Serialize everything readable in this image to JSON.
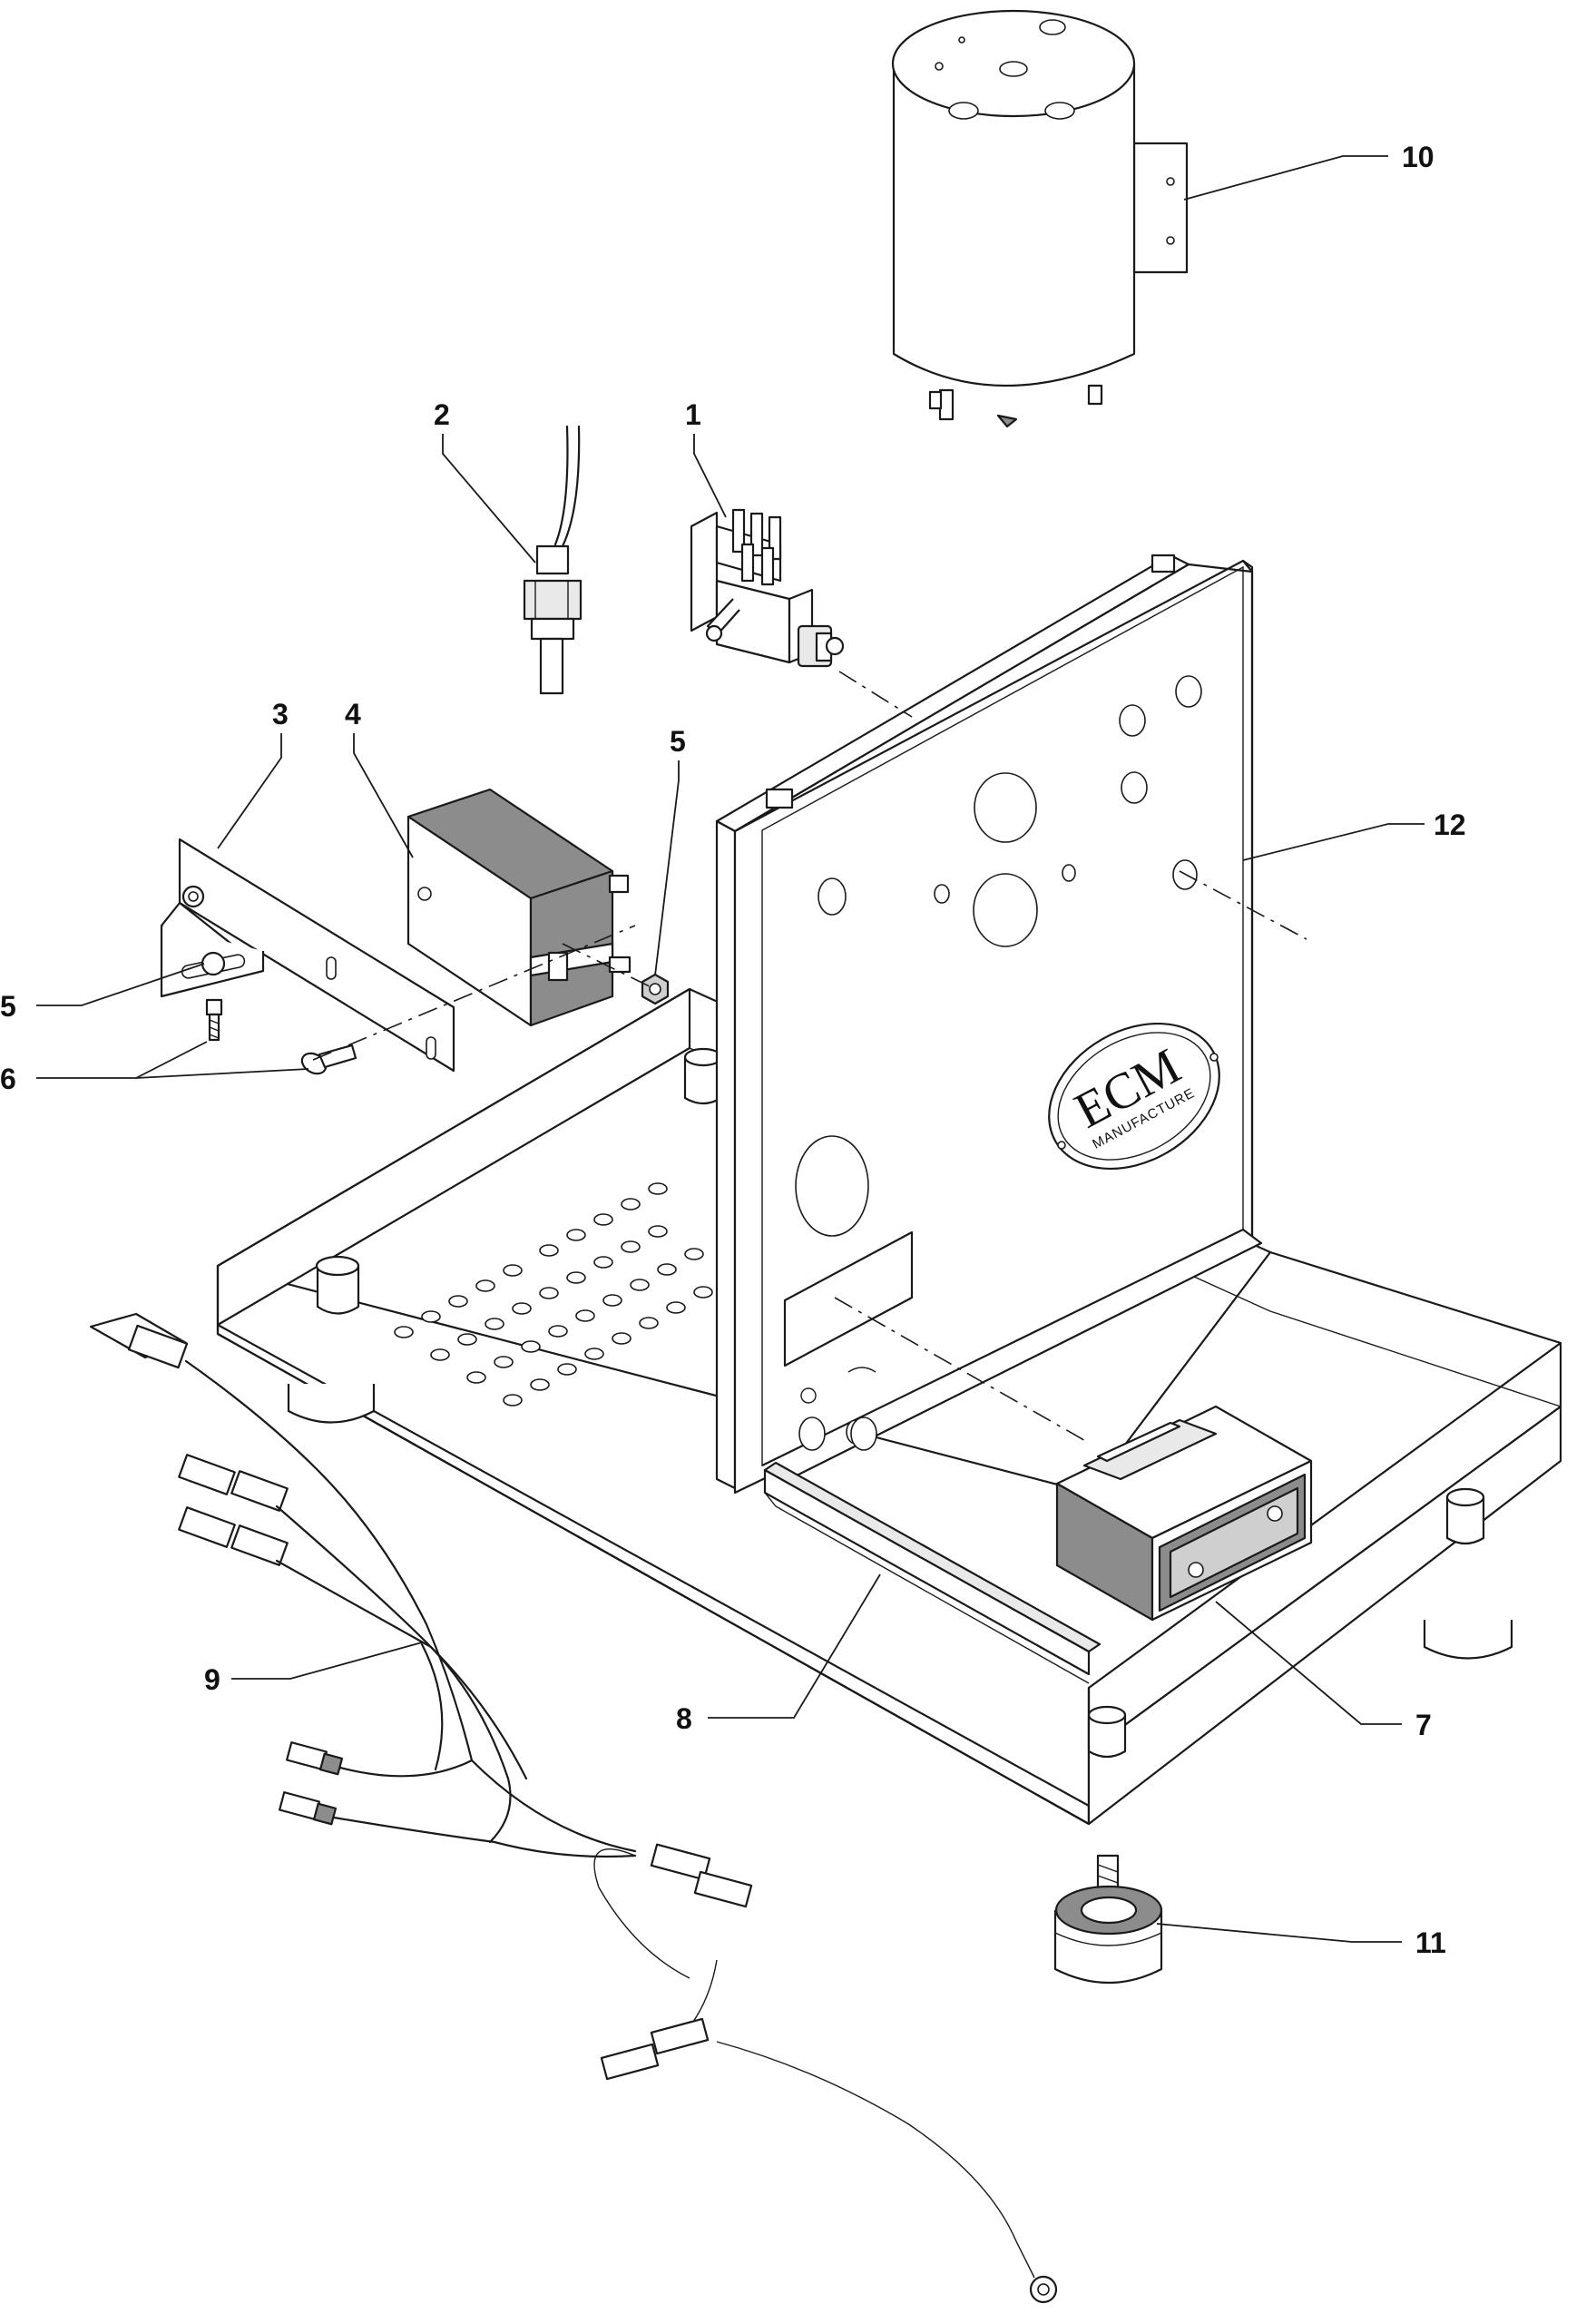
{
  "callouts": [
    {
      "id": "1",
      "label": "1"
    },
    {
      "id": "2",
      "label": "2"
    },
    {
      "id": "3",
      "label": "3"
    },
    {
      "id": "4",
      "label": "4"
    },
    {
      "id": "5a",
      "label": "5"
    },
    {
      "id": "5b",
      "label": "5"
    },
    {
      "id": "6",
      "label": "6"
    },
    {
      "id": "7",
      "label": "7"
    },
    {
      "id": "8",
      "label": "8"
    },
    {
      "id": "9",
      "label": "9"
    },
    {
      "id": "10",
      "label": "10"
    },
    {
      "id": "11",
      "label": "11"
    },
    {
      "id": "12",
      "label": "12"
    }
  ],
  "logo": {
    "brand": "ECM",
    "sub": "MANUFACTURE"
  }
}
